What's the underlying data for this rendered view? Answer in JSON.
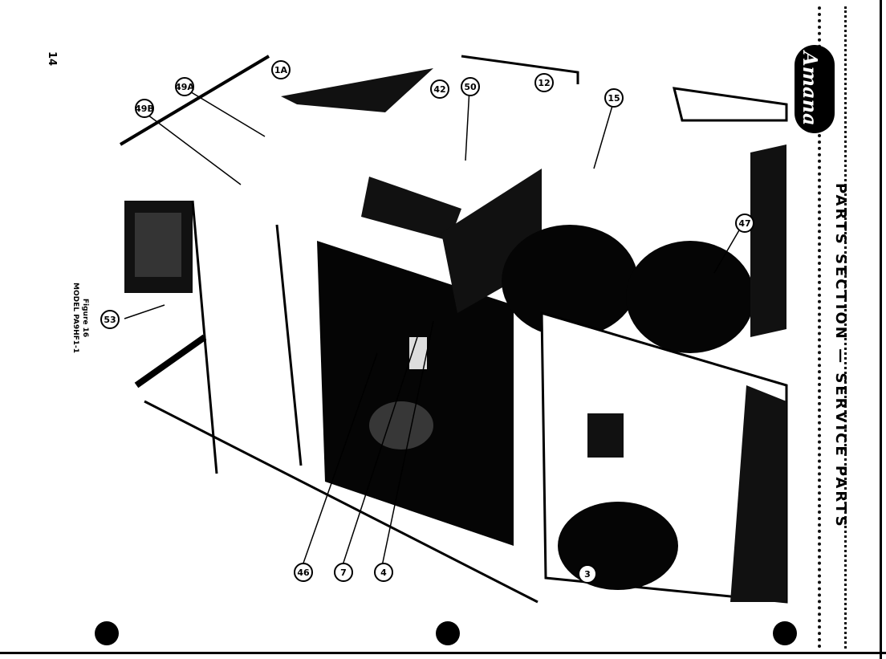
{
  "header": {
    "section_title": "PARTS SECTION — SERVICE PARTS",
    "brand": "Amana",
    "page_number": "14"
  },
  "figure": {
    "caption_line1": "Figure 16",
    "caption_line2": "MODEL PA9HF1-1"
  },
  "callouts": [
    "1A",
    "49A",
    "49B",
    "42",
    "50",
    "12",
    "15",
    "47",
    "53",
    "46",
    "7",
    "4",
    "3"
  ]
}
